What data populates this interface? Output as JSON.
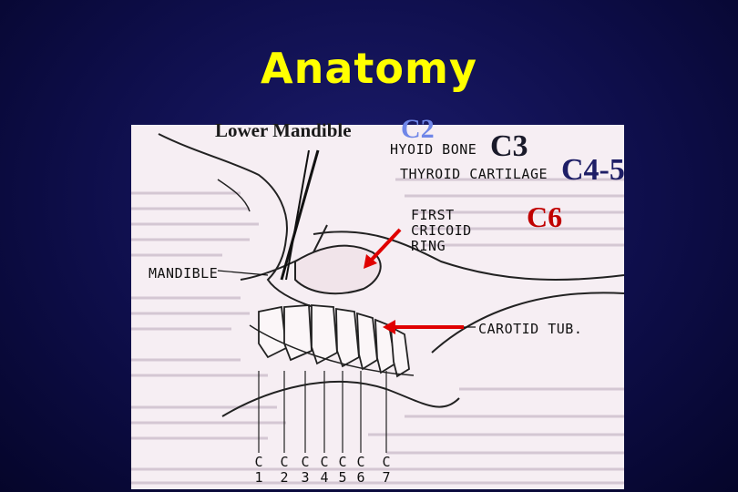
{
  "slide": {
    "title": "Anatomy"
  },
  "overlay_labels": {
    "lower_mandible": "Lower Mandible",
    "c2": "C2",
    "c3": "C3",
    "c4_5": "C4-5",
    "c6": "C6"
  },
  "figure_labels": {
    "hyoid_bone": "HYOID BONE",
    "thyroid_cartilage": "THYROID CARTILAGE",
    "first_cricoid_ring": "FIRST CRICOID RING",
    "mandible": "MANDIBLE",
    "carotid_tub": "CAROTID TUB."
  },
  "cervical_levels": [
    {
      "letter": "C",
      "number": "1"
    },
    {
      "letter": "C",
      "number": "2"
    },
    {
      "letter": "C",
      "number": "3"
    },
    {
      "letter": "C",
      "number": "4"
    },
    {
      "letter": "C",
      "number": "5"
    },
    {
      "letter": "C",
      "number": "6"
    },
    {
      "letter": "C",
      "number": "7"
    }
  ],
  "colors": {
    "background": "#0e0e4a",
    "title": "#ffff00",
    "c2_label": "#6f86e8",
    "c6_label": "#c00000",
    "arrow": "#e00000"
  }
}
